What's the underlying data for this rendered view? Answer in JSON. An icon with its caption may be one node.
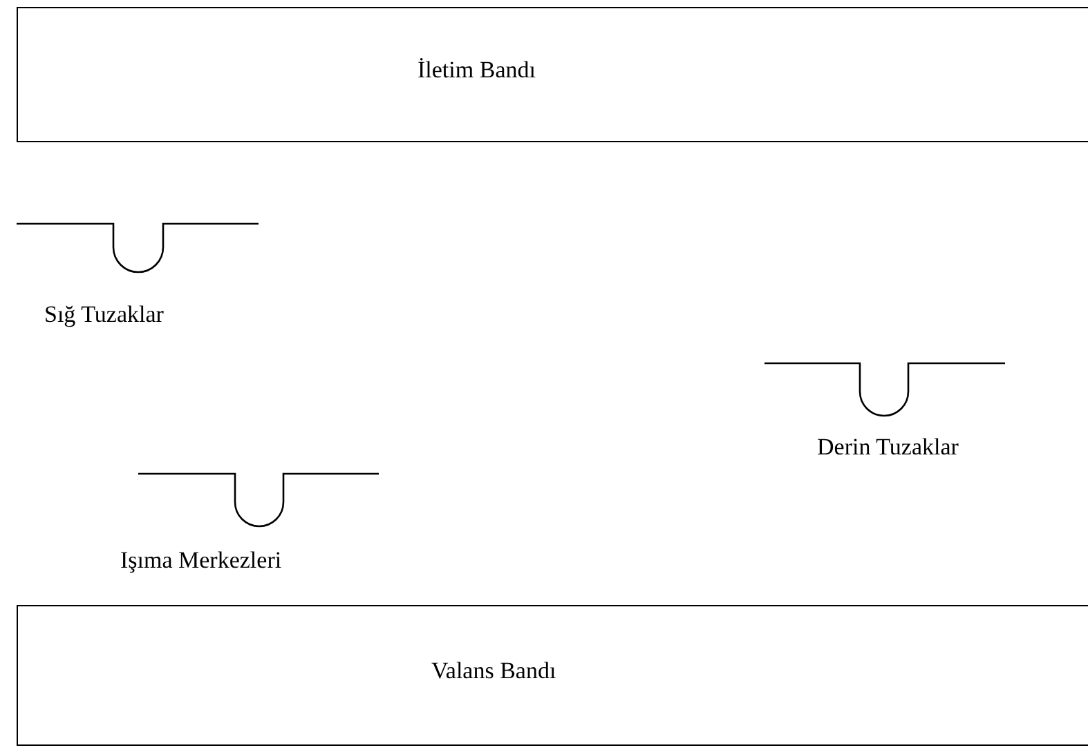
{
  "diagram": {
    "nodes": [
      {
        "text": [
          "İletim Bandı"
        ]
      },
      {
        "text": [
          "Sığ Tuzaklar"
        ]
      },
      {
        "text": [
          "Derin Tuzaklar"
        ]
      },
      {
        "text": [
          "Işıma Merkezleri"
        ]
      },
      {
        "text": [
          "Valans Bandı"
        ]
      }
    ]
  }
}
